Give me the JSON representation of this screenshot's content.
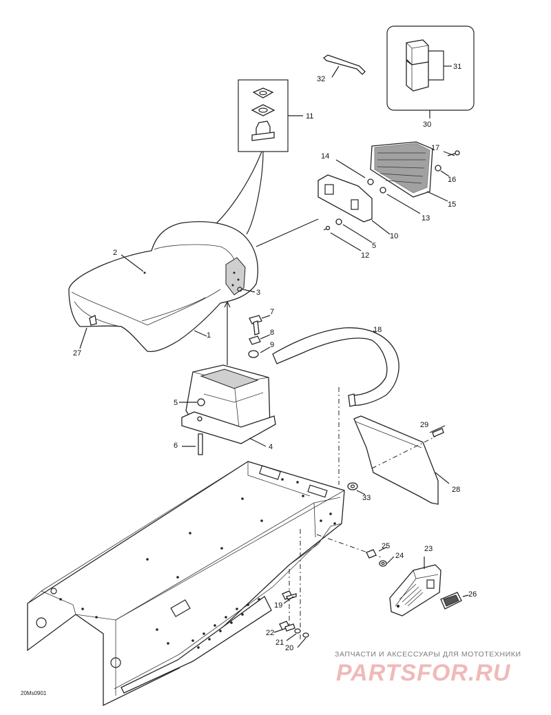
{
  "diagram": {
    "callouts": [
      "1",
      "2",
      "3",
      "4",
      "5",
      "5",
      "6",
      "7",
      "8",
      "9",
      "10",
      "11",
      "12",
      "13",
      "14",
      "15",
      "16",
      "17",
      "18",
      "19",
      "20",
      "21",
      "22",
      "23",
      "24",
      "25",
      "26",
      "27",
      "28",
      "29",
      "30",
      "31",
      "32",
      "33"
    ]
  },
  "footer": {
    "drawing_code": "20Ms0901"
  },
  "watermark": {
    "tagline": "ЗАПЧАСТИ И АКСЕССУАРЫ ДЛЯ МОТОТЕХНИКИ",
    "logo": "PARTSFOR.RU"
  }
}
